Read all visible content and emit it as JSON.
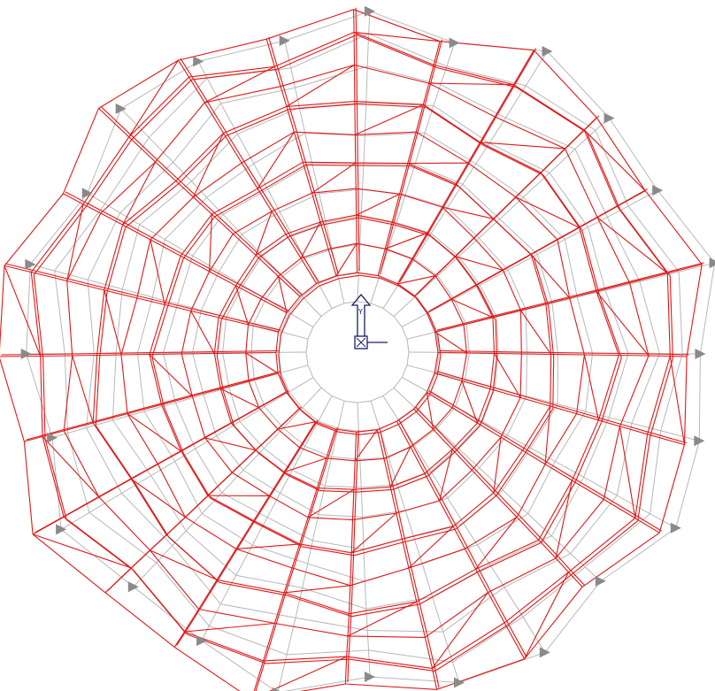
{
  "view": {
    "background": "#ffffff",
    "model_color": "#e01818",
    "reference_color": "#b8b8b8",
    "support_color": "#8a8a8a",
    "axis_color": "#1a1a6e"
  },
  "structure": {
    "rib_count": 24,
    "ring_count": 10,
    "triad_label": "Y"
  }
}
